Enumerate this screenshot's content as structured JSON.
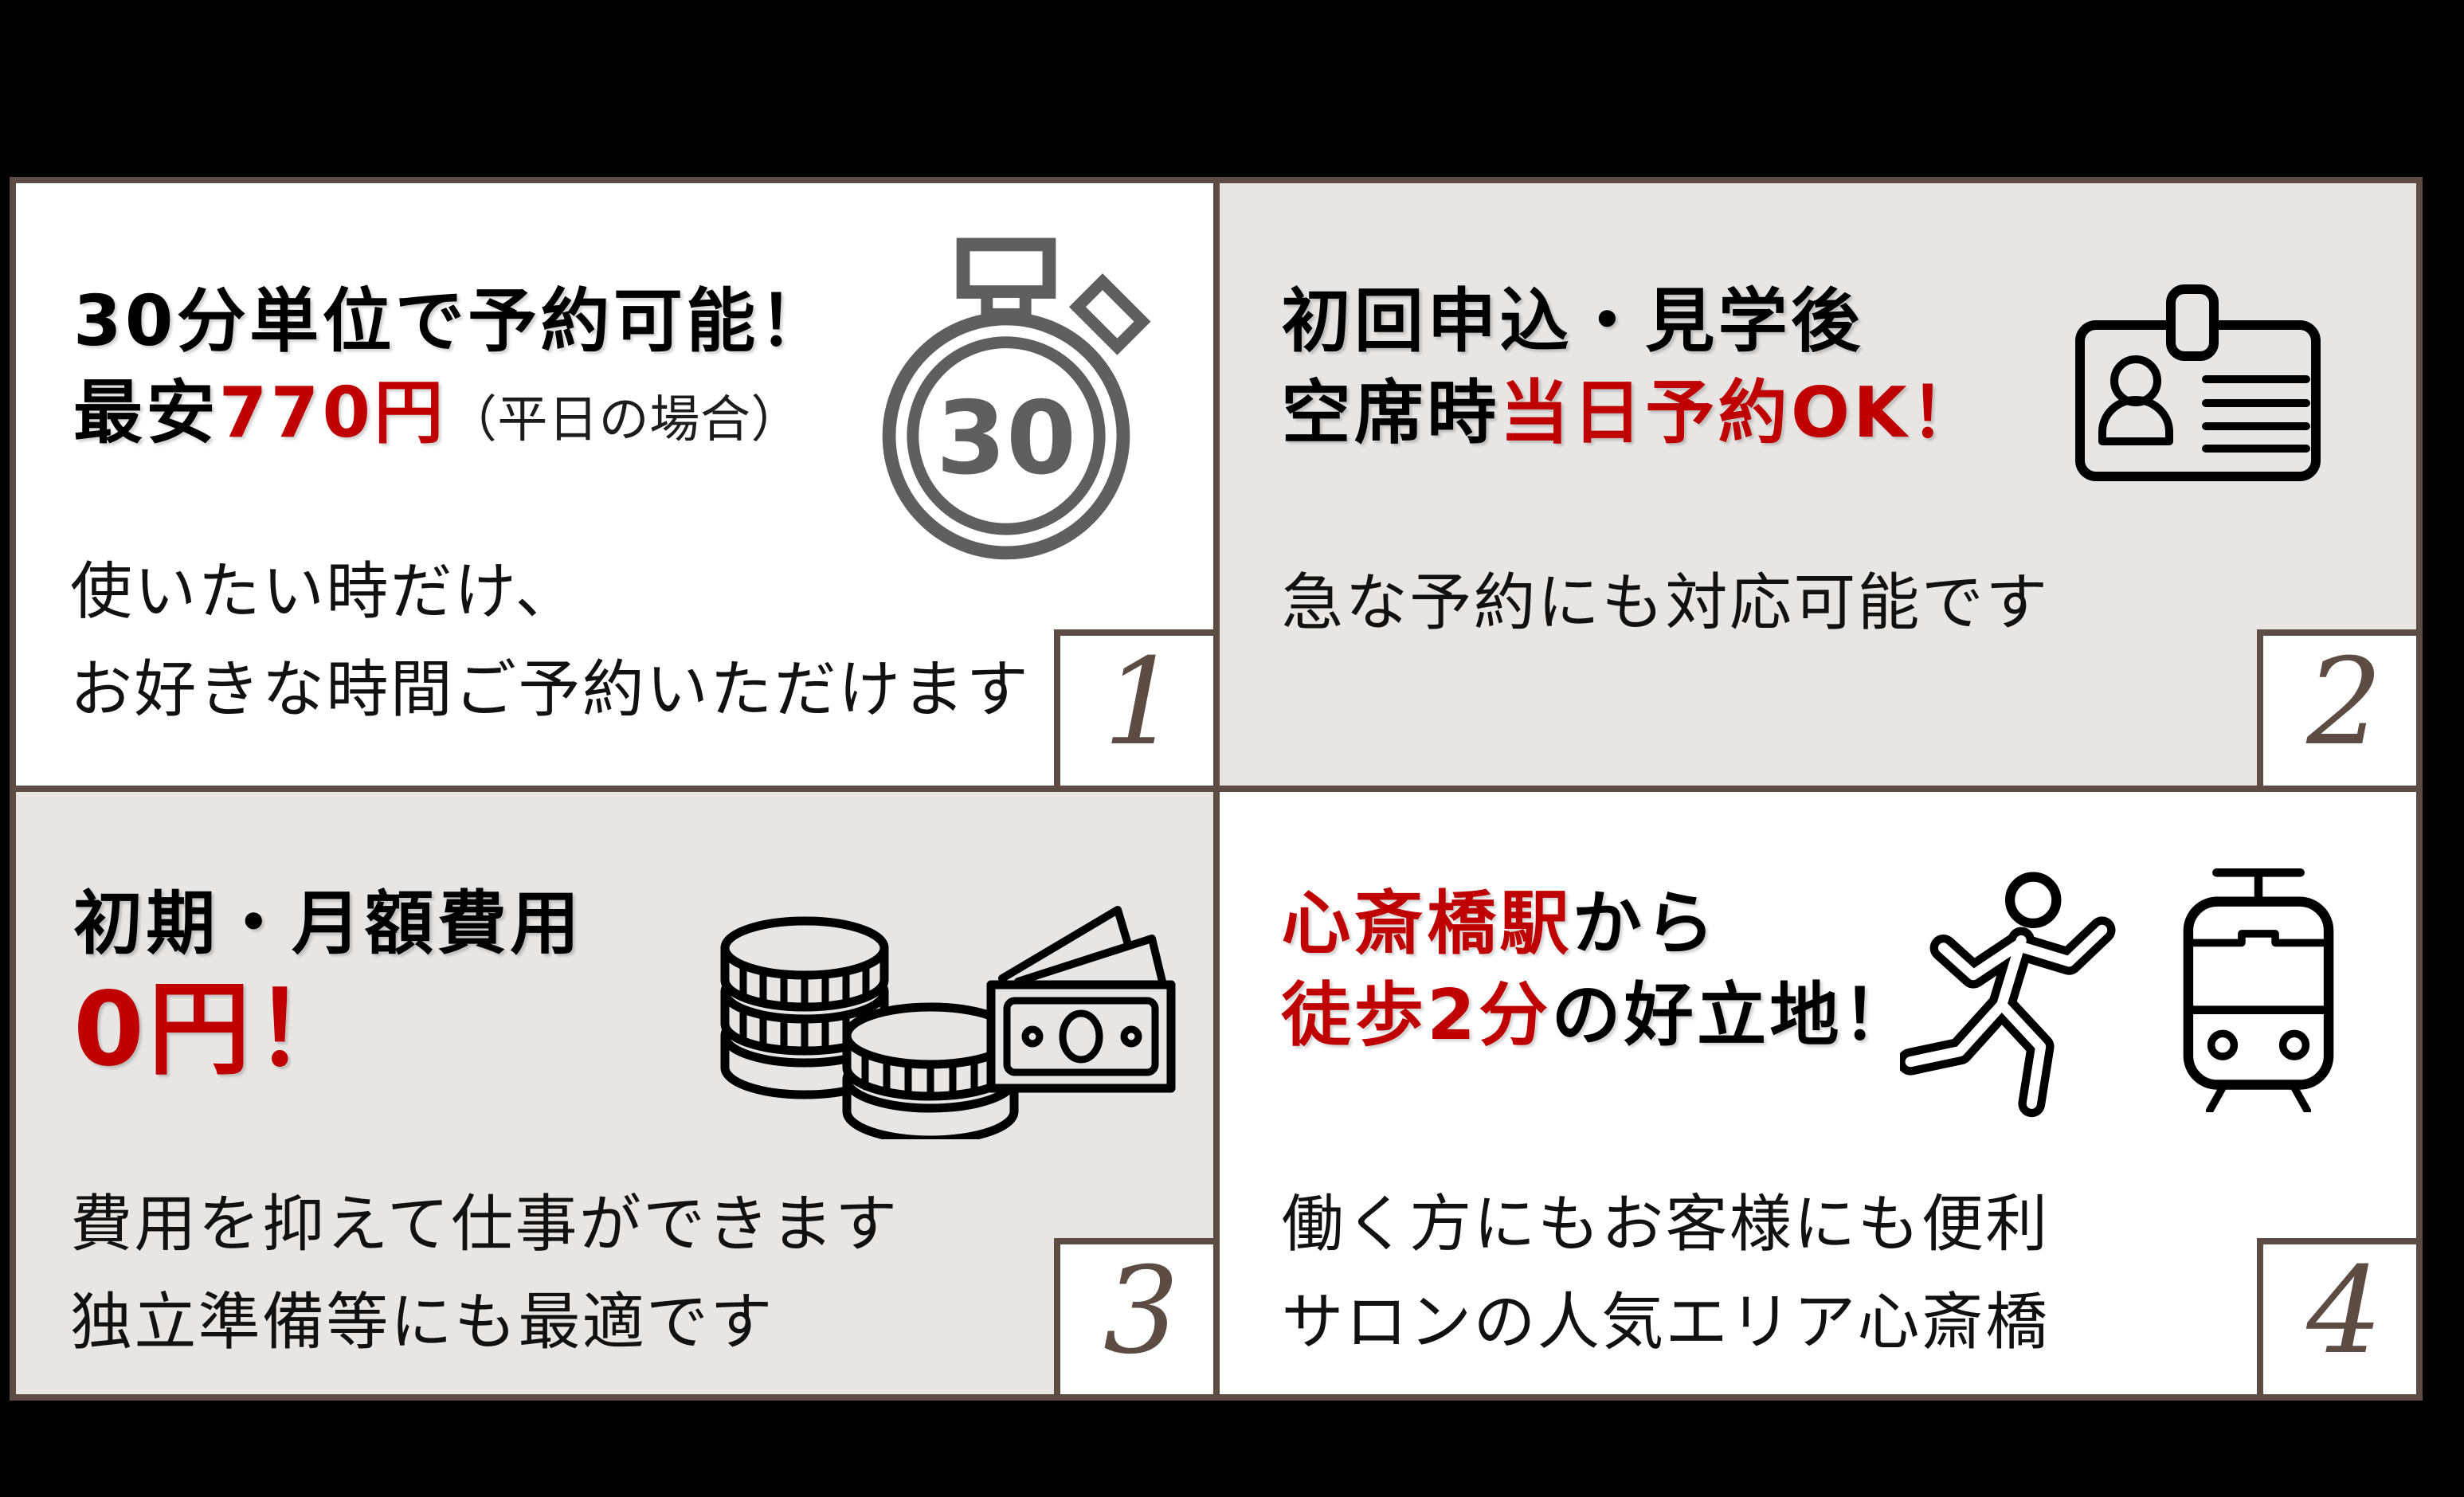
{
  "colors": {
    "background": "#000000",
    "frame": "#5d4c43",
    "panel_white": "#ffffff",
    "panel_gray": "#e7e6e5",
    "accent_red": "#c00000",
    "text_black": "#111111",
    "number_brown": "#5d4c43",
    "stopwatch_gray": "#5f5f5f"
  },
  "panel1": {
    "headline_line1": "30分単位で予約可能！",
    "headline_line2_black": "最安",
    "headline_line2_red": "770円",
    "headline_line2_note": "（平日の場合）",
    "body_line1": "使いたい時だけ、",
    "body_line2": "お好きな時間ご予約いただけます",
    "stopwatch_label": "30",
    "number": "1"
  },
  "panel2": {
    "headline_line1": "初回申込・見学後",
    "headline_line2_black": "空席時",
    "headline_line2_red": "当日予約OK！",
    "body_line1": "急な予約にも対応可能です",
    "number": "2"
  },
  "panel3": {
    "headline_line1": "初期・月額費用",
    "headline_line2_red": "0円！",
    "body_line1": "費用を抑えて仕事ができます",
    "body_line2": "独立準備等にも最適です",
    "number": "3"
  },
  "panel4": {
    "headline_line1_red": "心斎橋駅",
    "headline_line1_black": "から",
    "headline_line2_red": "徒歩2分",
    "headline_line2_black": "の好立地！",
    "body_line1": "働く方にもお客様にも便利",
    "body_line2": "サロンの人気エリア心斎橋",
    "number": "4"
  }
}
